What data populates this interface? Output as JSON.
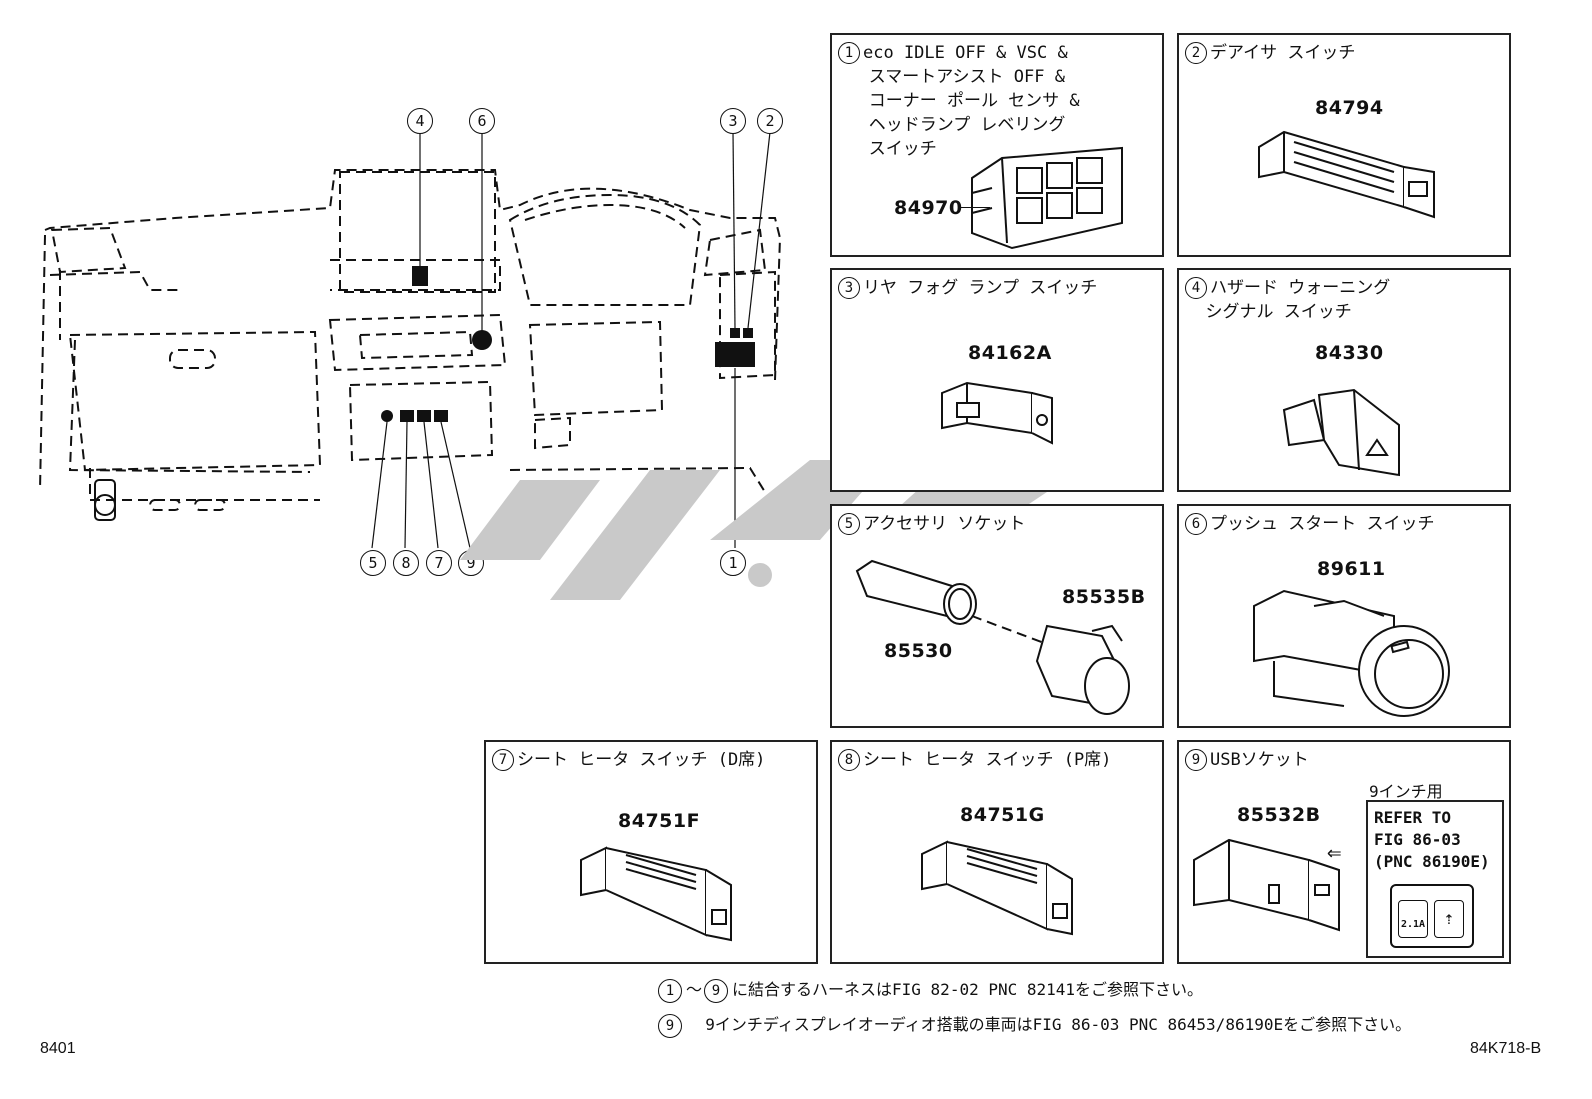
{
  "callouts": [
    "1",
    "2",
    "3",
    "4",
    "5",
    "6",
    "7",
    "8",
    "9"
  ],
  "panels": {
    "p1": {
      "num": "1",
      "title": "eco IDLE OFF & VSC &\n   スマートアシスト OFF &\n   コーナー ポール センサ &\n   ヘッドランプ レベリング\n   スイッチ",
      "part": "84970"
    },
    "p2": {
      "num": "2",
      "title": "デアイサ スイッチ",
      "part": "84794"
    },
    "p3": {
      "num": "3",
      "title": "リヤ フォグ ランプ スイッチ",
      "part": "84162A"
    },
    "p4": {
      "num": "4",
      "title": "ハザード ウォーニング\n  シグナル スイッチ",
      "part": "84330"
    },
    "p5": {
      "num": "5",
      "title": "アクセサリ ソケット",
      "part_a": "85530",
      "part_b": "85535B"
    },
    "p6": {
      "num": "6",
      "title": "プッシュ スタート スイッチ",
      "part": "89611"
    },
    "p7": {
      "num": "7",
      "title": "シート ヒータ スイッチ (D席)",
      "part": "84751F"
    },
    "p8": {
      "num": "8",
      "title": "シート ヒータ スイッチ (P席)",
      "part": "84751G"
    },
    "p9": {
      "num": "9",
      "title": "USBソケット",
      "part": "85532B",
      "sub_label": "9インチ用",
      "refer": [
        "REFER TO",
        "FIG 86-03",
        "(PNC 86190E)"
      ],
      "usb_label": "2.1A"
    }
  },
  "notes": {
    "n1_a": "1",
    "n1_b": "9",
    "n1_text": "に結合するハーネスはFIG 82-02 PNC 82141をご参照下さい。",
    "n2_num": "9",
    "n2_text": "9インチディスプレイオーディオ搭載の車両はFIG 86-03 PNC 86453/86190Eをご参照下さい。"
  },
  "corner_left": "8401",
  "corner_right": "84K718-B"
}
